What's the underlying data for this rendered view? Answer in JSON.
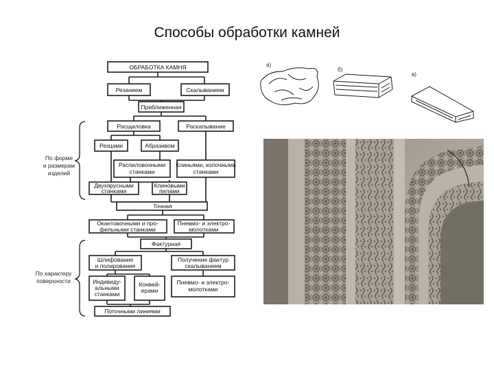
{
  "title": "Способы обработки камней",
  "diagram": {
    "root": "ОБРАБОТКА КАМНЯ",
    "cut": "Резанием",
    "split": "Скалыванием",
    "approx": "Приближенная",
    "sawing": "Расщиловка",
    "chipping": "Раскалывание",
    "cutters": "Резцами",
    "abrasive": "Абразивом",
    "saw_machines": [
      "Распиловочными",
      "станками"
    ],
    "wedge_machines": [
      "Клиньями, колочными",
      "станками"
    ],
    "double_tier": [
      "Двухярусными",
      "станками"
    ],
    "wedge_saws": [
      "Клиновыми",
      "пилами"
    ],
    "precise": "Точная",
    "edging": [
      "Окантовочными и про-",
      "фильными станками"
    ],
    "pneumo1": [
      "Пневмо- и электро-",
      "молотками"
    ],
    "texture": "Фактурная",
    "grinding": [
      "Шлифование",
      "и полирование"
    ],
    "split_texture": [
      "Получение фактур",
      "скалыванием"
    ],
    "individual": [
      "Индивиду-",
      "альными",
      "станками"
    ],
    "conveyors": [
      "Конвей-",
      "ерами"
    ],
    "pneumo2": [
      "Пневмо- и электро-",
      "молотками"
    ],
    "flow_lines": "Поточными линиями",
    "side_shape": [
      "По форме",
      "и размерам",
      "изделий"
    ],
    "side_surface": [
      "По характеру",
      "поверхности"
    ]
  },
  "sketches": [
    "а)",
    "б)",
    "в)"
  ]
}
